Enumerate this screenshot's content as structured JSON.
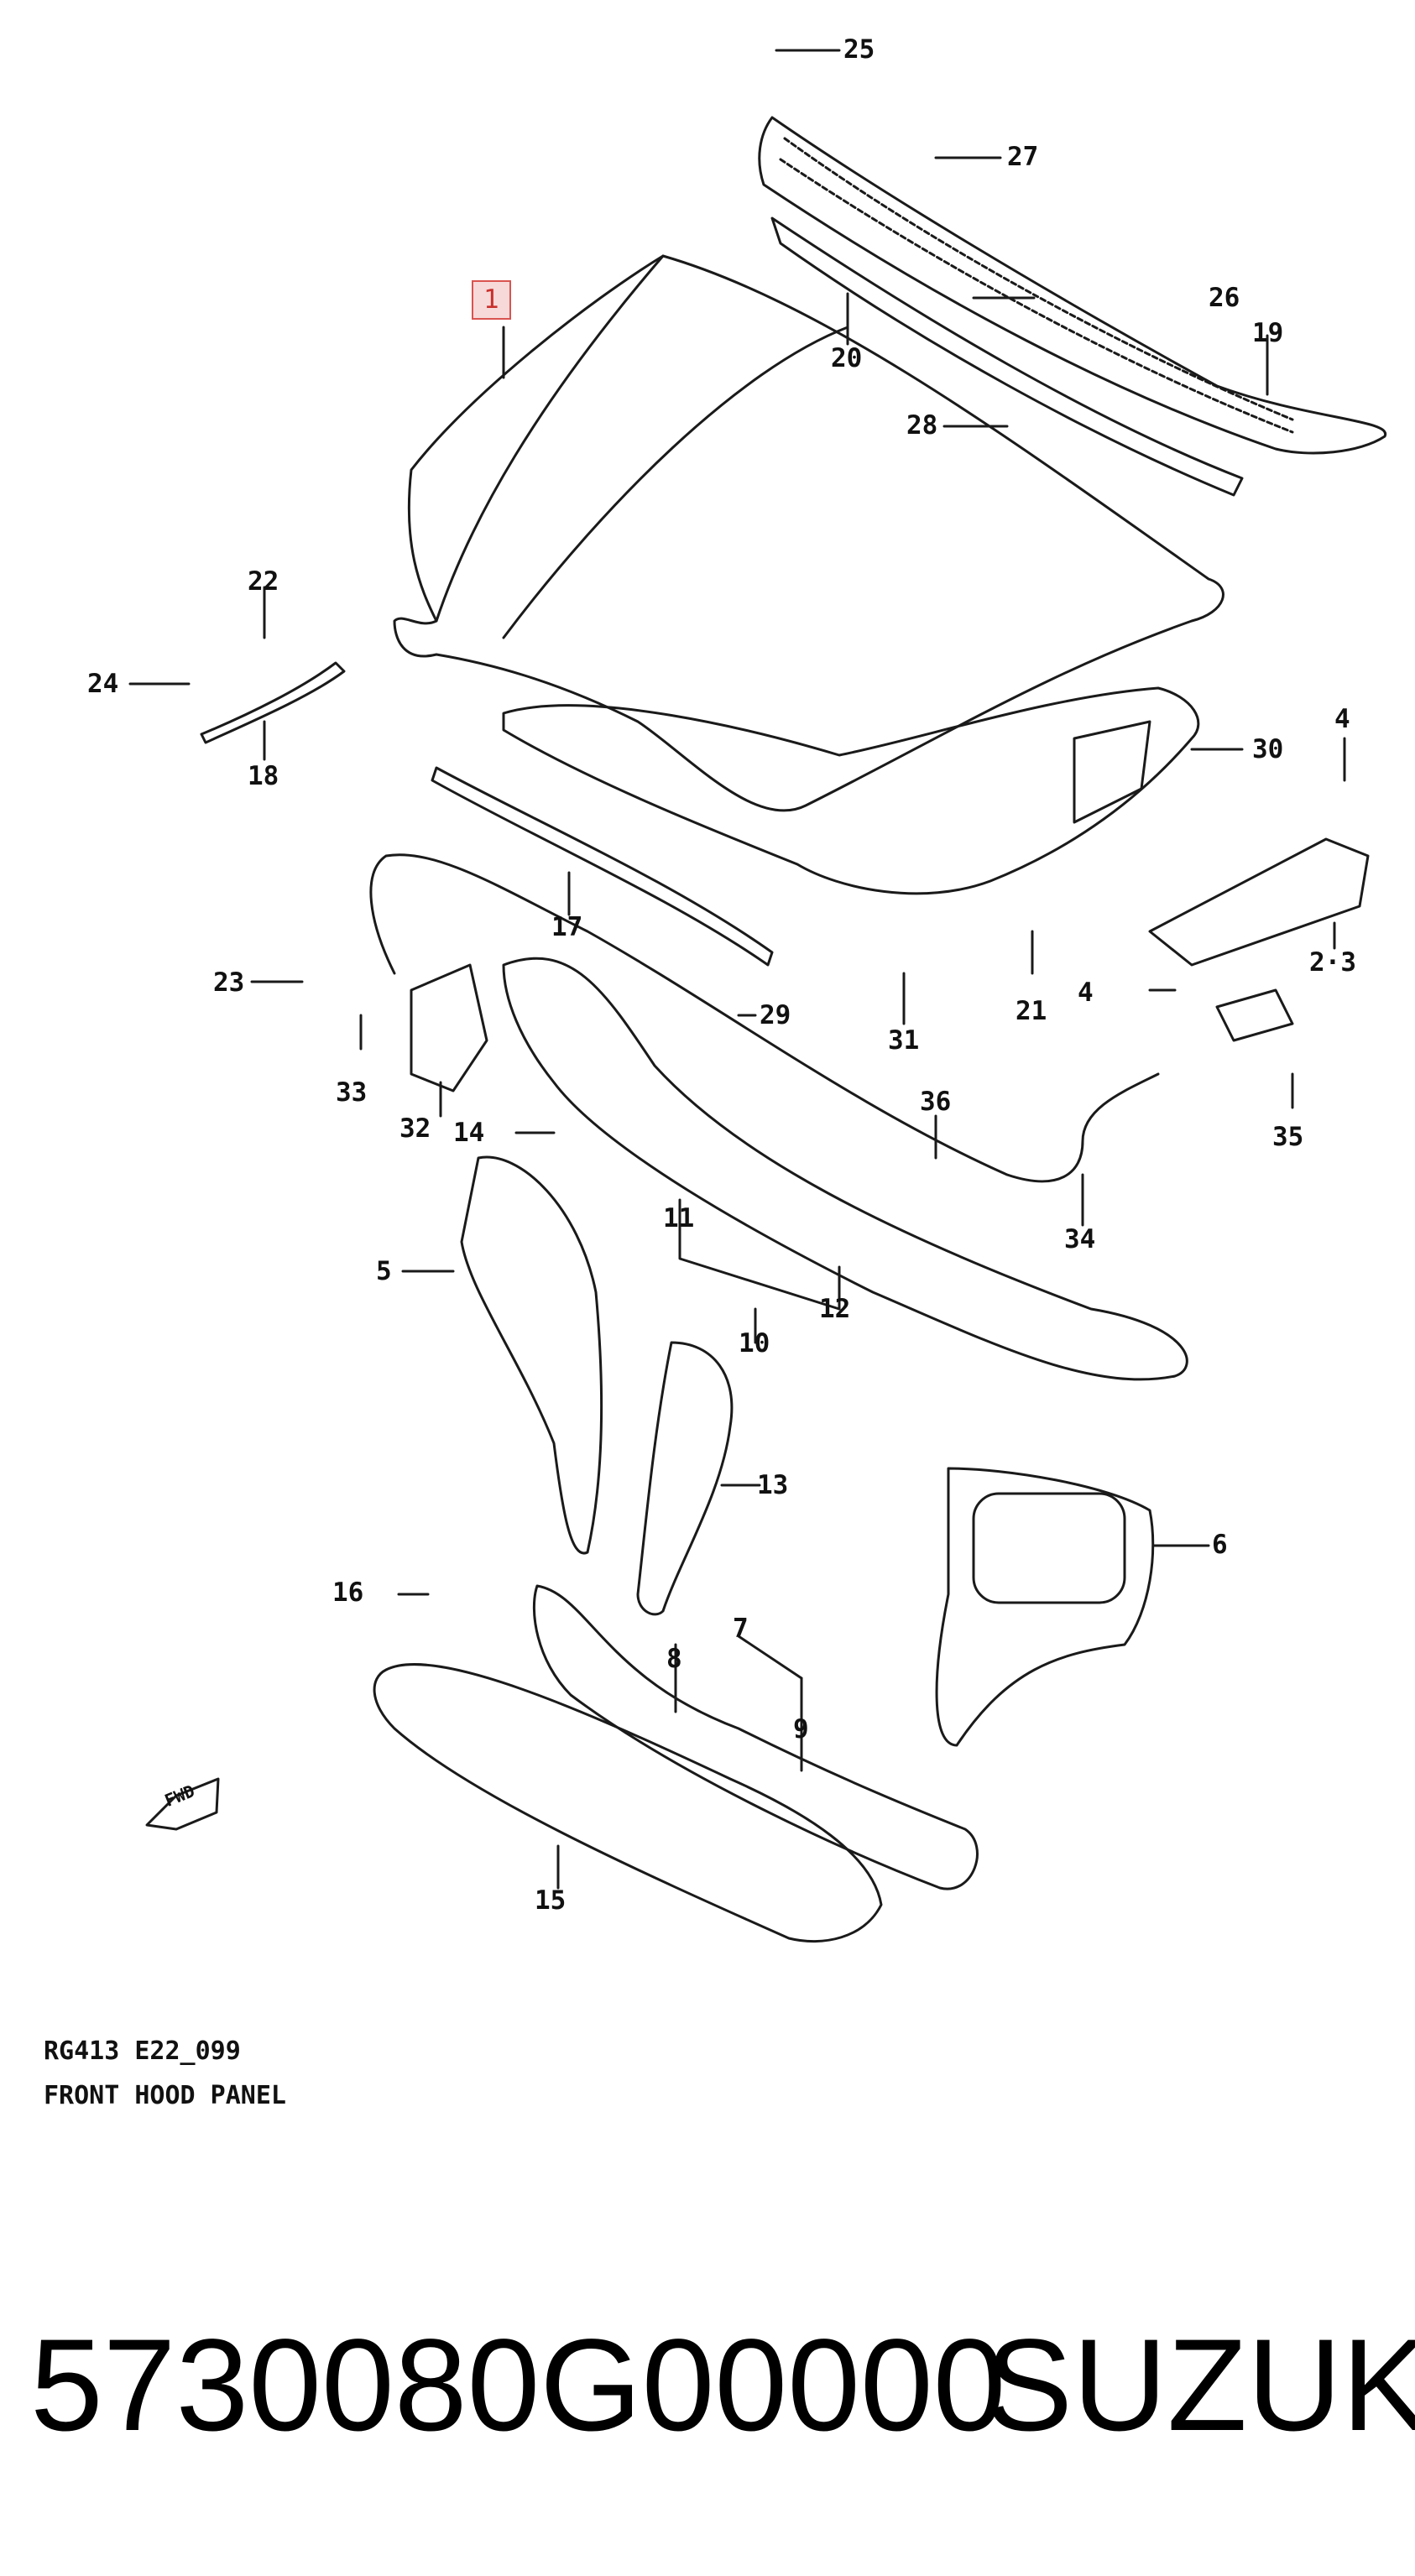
{
  "diagram": {
    "code": "RG413  E22_099",
    "title": "FRONT HOOD PANEL",
    "fwd_label": "FWD",
    "callouts": [
      "1",
      "2·3",
      "4",
      "4",
      "5",
      "6",
      "7",
      "8",
      "9",
      "10",
      "11",
      "12",
      "13",
      "14",
      "15",
      "16",
      "17",
      "18",
      "19",
      "20",
      "21",
      "22",
      "23",
      "24",
      "25",
      "26",
      "27",
      "28",
      "29",
      "30",
      "31",
      "32",
      "33",
      "34",
      "35",
      "36"
    ],
    "highlighted": "1",
    "colors": {
      "line": "#1a1a1a",
      "highlight_border": "#d9534f",
      "highlight_fill": "#f7d9da"
    }
  },
  "footer": {
    "part_number": "5730080G00000",
    "brand": "SUZUKI"
  }
}
